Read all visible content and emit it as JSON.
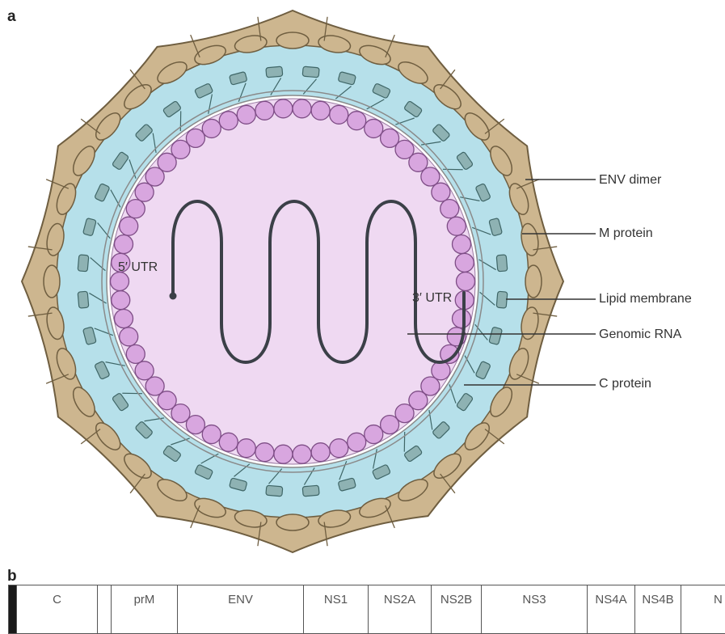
{
  "panels": {
    "a": "a",
    "b": "b"
  },
  "colors": {
    "envelope_protein": "#cdb68f",
    "envelope_outline": "#6f5e40",
    "membrane_fill": "#b6e0ea",
    "m_protein": "#8eb2b3",
    "capsid_sphere": "#d8a6df",
    "interior": "#efd9f2",
    "rna_strand": "#3b4048"
  },
  "labels": {
    "env_dimer": "ENV dimer",
    "m_protein": "M protein",
    "lipid_membrane": "Lipid membrane",
    "genomic_rna": "Genomic RNA",
    "c_protein": "C protein",
    "utr5": "5′ UTR",
    "utr3": "3′ UTR"
  },
  "genome_map": [
    {
      "label": "C"
    },
    {
      "label": ""
    },
    {
      "label": "prM"
    },
    {
      "label": "ENV"
    },
    {
      "label": "NS1"
    },
    {
      "label": "NS2A"
    },
    {
      "label": "NS2B"
    },
    {
      "label": "NS3"
    },
    {
      "label": "NS4A"
    },
    {
      "label": "NS4B"
    },
    {
      "label": "N"
    }
  ]
}
